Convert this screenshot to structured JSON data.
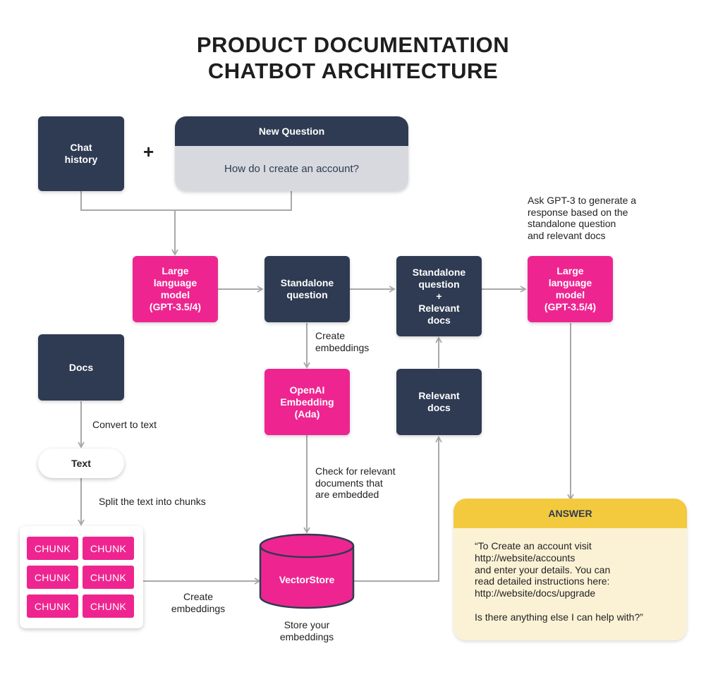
{
  "title": {
    "line1": "PRODUCT DOCUMENTATION",
    "line2": "CHATBOT ARCHITECTURE"
  },
  "nodes": {
    "chat_history": "Chat\nhistory",
    "plus": "+",
    "new_question": {
      "header": "New Question",
      "body": "How do I create an account?"
    },
    "llm_first": "Large\nlanguage\nmodel\n(GPT-3.5/4)",
    "standalone_question": "Standalone\nquestion",
    "standalone_plus_docs": "Standalone\nquestion\n+\nRelevant\ndocs",
    "llm_second": "Large\nlanguage\nmodel\n(GPT-3.5/4)",
    "docs": "Docs",
    "openai_embedding": "OpenAI\nEmbedding\n(Ada)",
    "relevant_docs": "Relevant\ndocs",
    "text": "Text",
    "chunks": [
      "CHUNK",
      "CHUNK",
      "CHUNK",
      "CHUNK",
      "CHUNK",
      "CHUNK"
    ],
    "vectorstore": "VectorStore",
    "answer": {
      "header": "ANSWER",
      "lines": [
        "“To Create an account visit",
        "http://website/accounts",
        "and enter your details. You can",
        "read detailed instructions here:",
        "http://website/docs/upgrade",
        "",
        "Is there anything else I can help with?”"
      ]
    }
  },
  "labels": {
    "ask_gpt": "Ask GPT-3 to generate a\nresponse based on the\nstandalone question\nand relevant docs",
    "create_embeddings_top": "Create\nembeddings",
    "convert_to_text": "Convert to text",
    "check_relevant": "Check for relevant\ndocuments that\nare embedded",
    "split_text": "Split the text into chunks",
    "create_embeddings_bottom": "Create\nembeddings",
    "store_embeddings": "Store your\nembeddings"
  },
  "colors": {
    "dark_node": "#2e3b52",
    "pink_node": "#ee2590",
    "answer_header": "#f3c93e",
    "answer_body": "#fbf2d6",
    "question_body": "#d7d9de",
    "connector": "#a9a9a9"
  }
}
